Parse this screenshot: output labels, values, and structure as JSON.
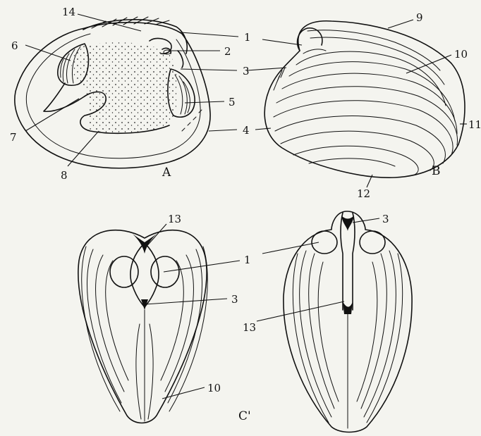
{
  "panels": {
    "A": "A",
    "B": "B",
    "C": "C'"
  },
  "labels": {
    "l1": "1",
    "l2": "2",
    "l3": "3",
    "l4": "4",
    "l5": "5",
    "l6": "6",
    "l7": "7",
    "l8": "8",
    "l9": "9",
    "l10": "10",
    "l11": "11",
    "l12": "12",
    "l13": "13",
    "l14": "14"
  }
}
